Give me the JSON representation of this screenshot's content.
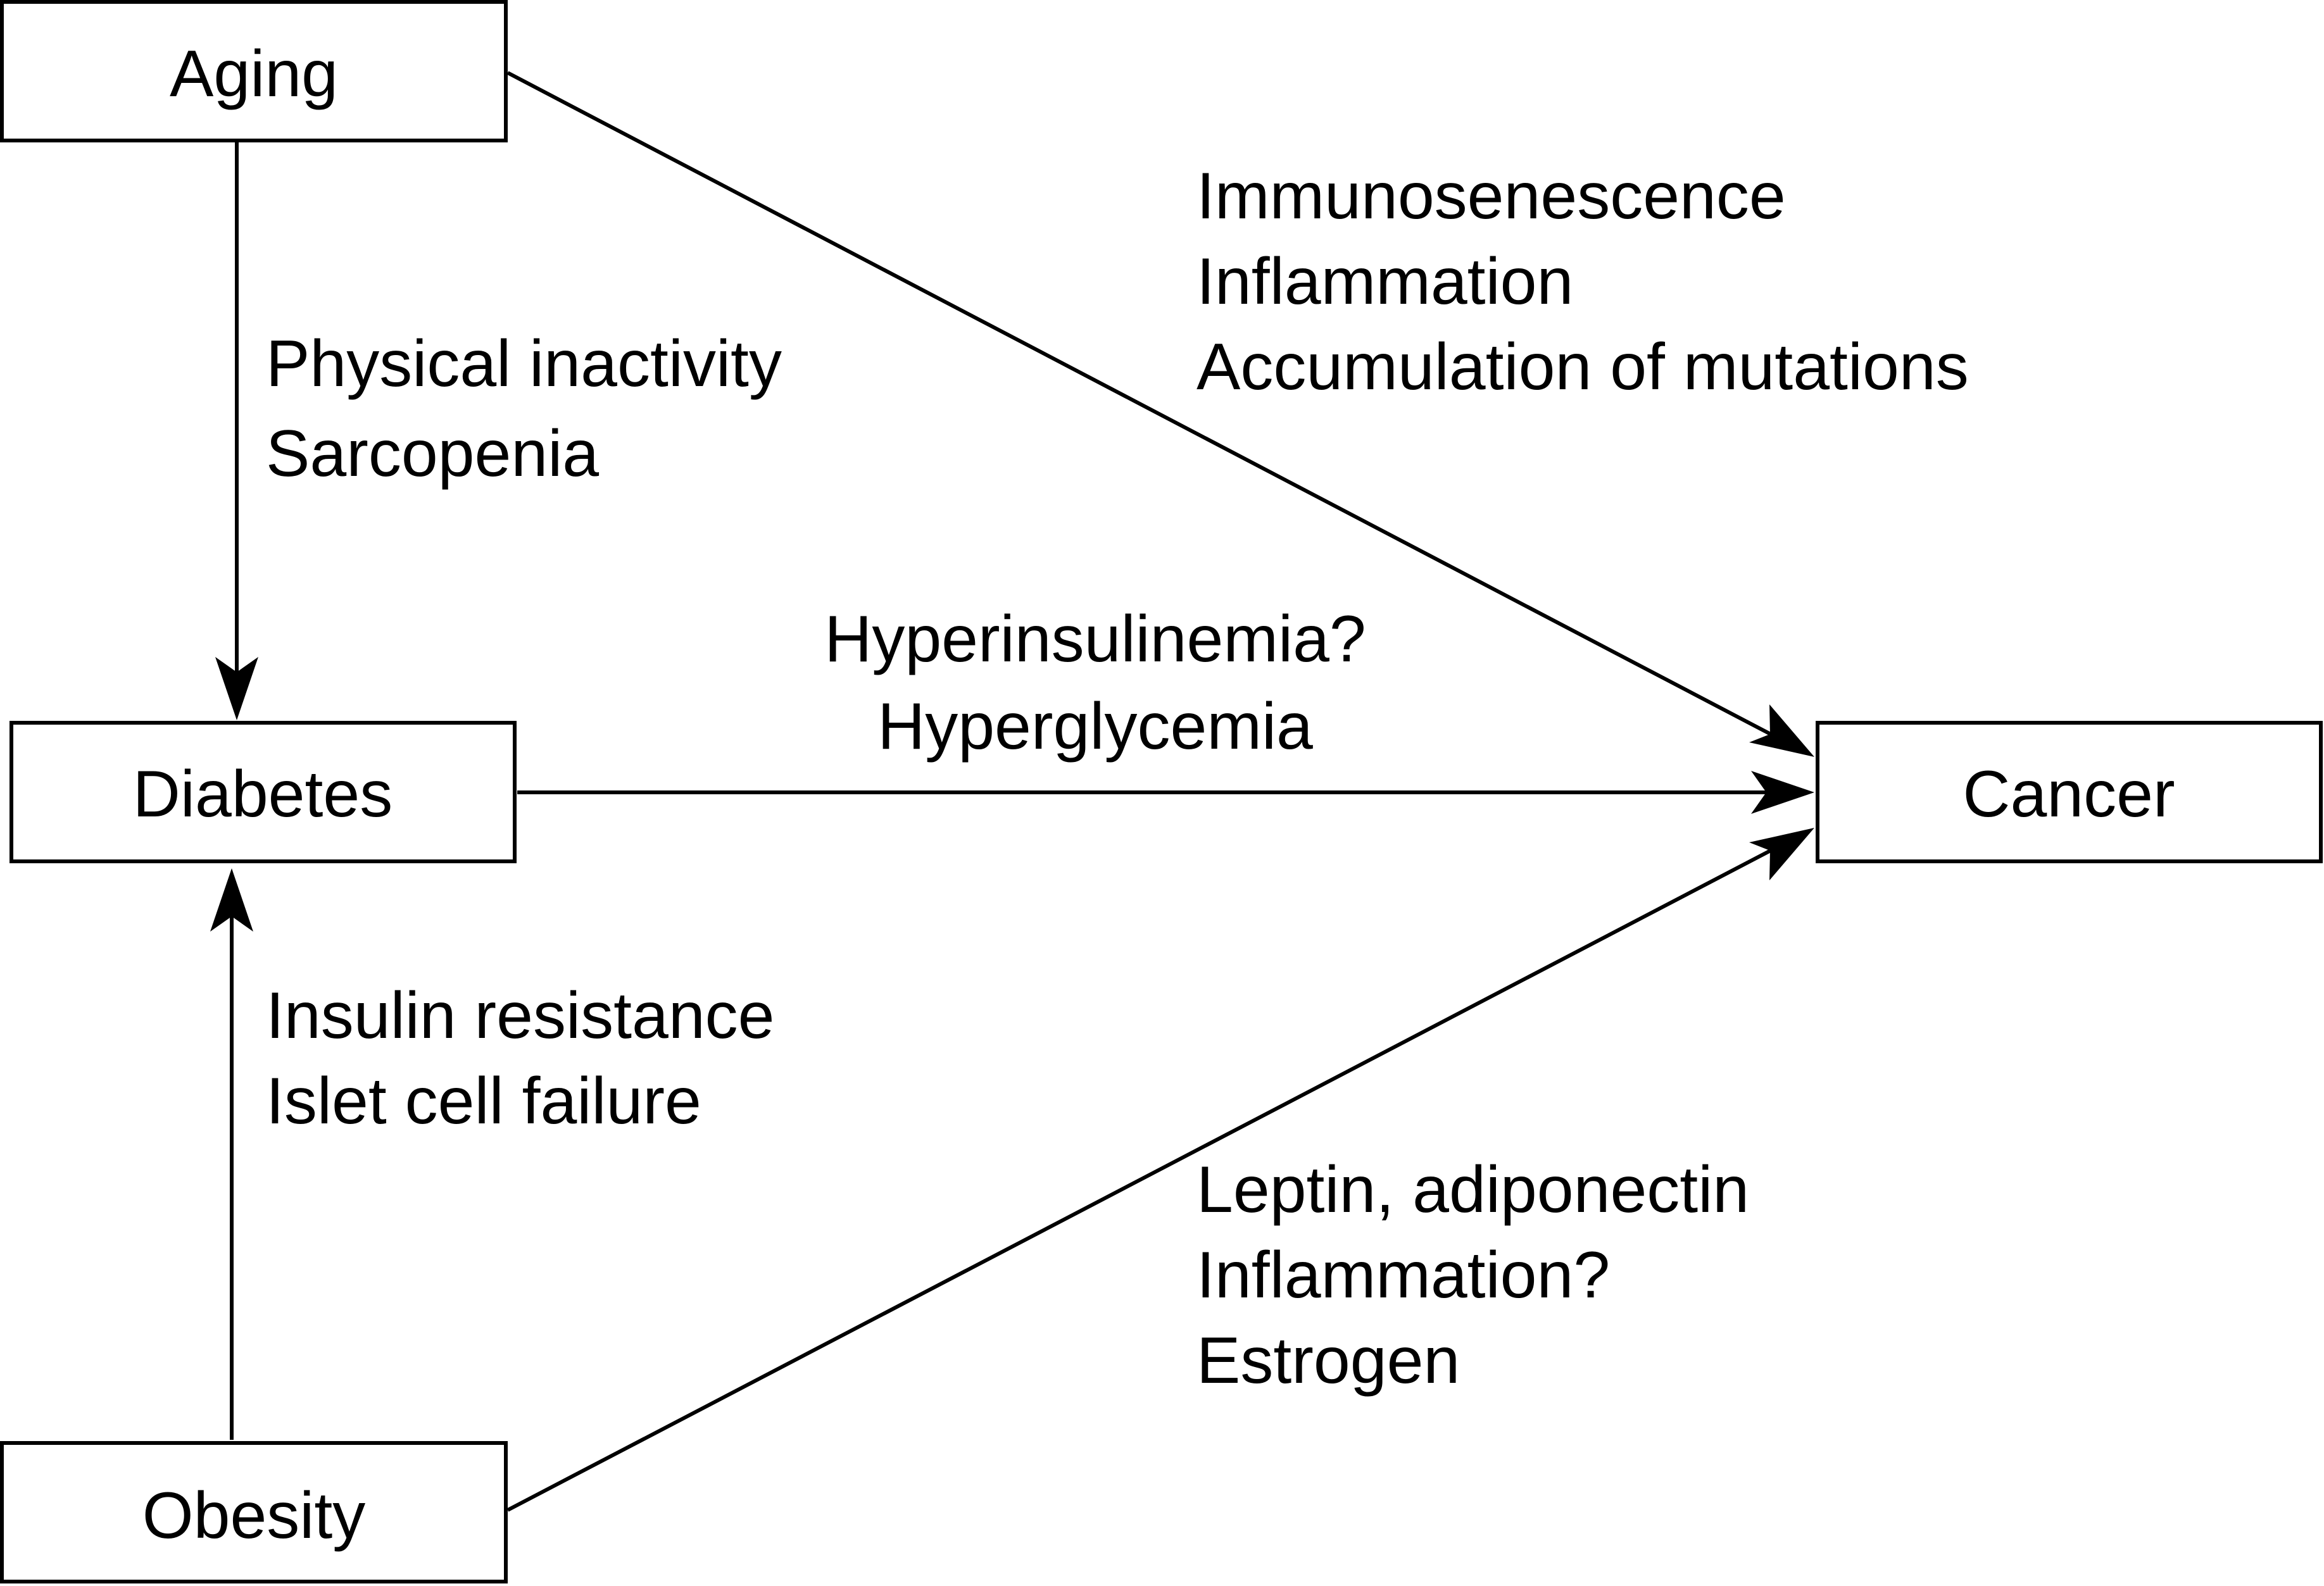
{
  "nodes": {
    "aging": "Aging",
    "diabetes": "Diabetes",
    "obesity": "Obesity",
    "cancer": "Cancer"
  },
  "edges": {
    "aging_to_diabetes": [
      "Physical inactivity",
      "Sarcopenia"
    ],
    "aging_to_cancer": [
      "Immunosenescence",
      "Inflammation",
      "Accumulation of mutations"
    ],
    "diabetes_to_cancer": [
      "Hyperinsulinemia?",
      "Hyperglycemia"
    ],
    "obesity_to_diabetes": [
      "Insulin resistance",
      "Islet cell failure"
    ],
    "obesity_to_cancer": [
      "Leptin, adiponectin",
      "Inflammation?",
      "Estrogen"
    ]
  },
  "colors": {
    "stroke": "#000000",
    "background": "#ffffff"
  }
}
